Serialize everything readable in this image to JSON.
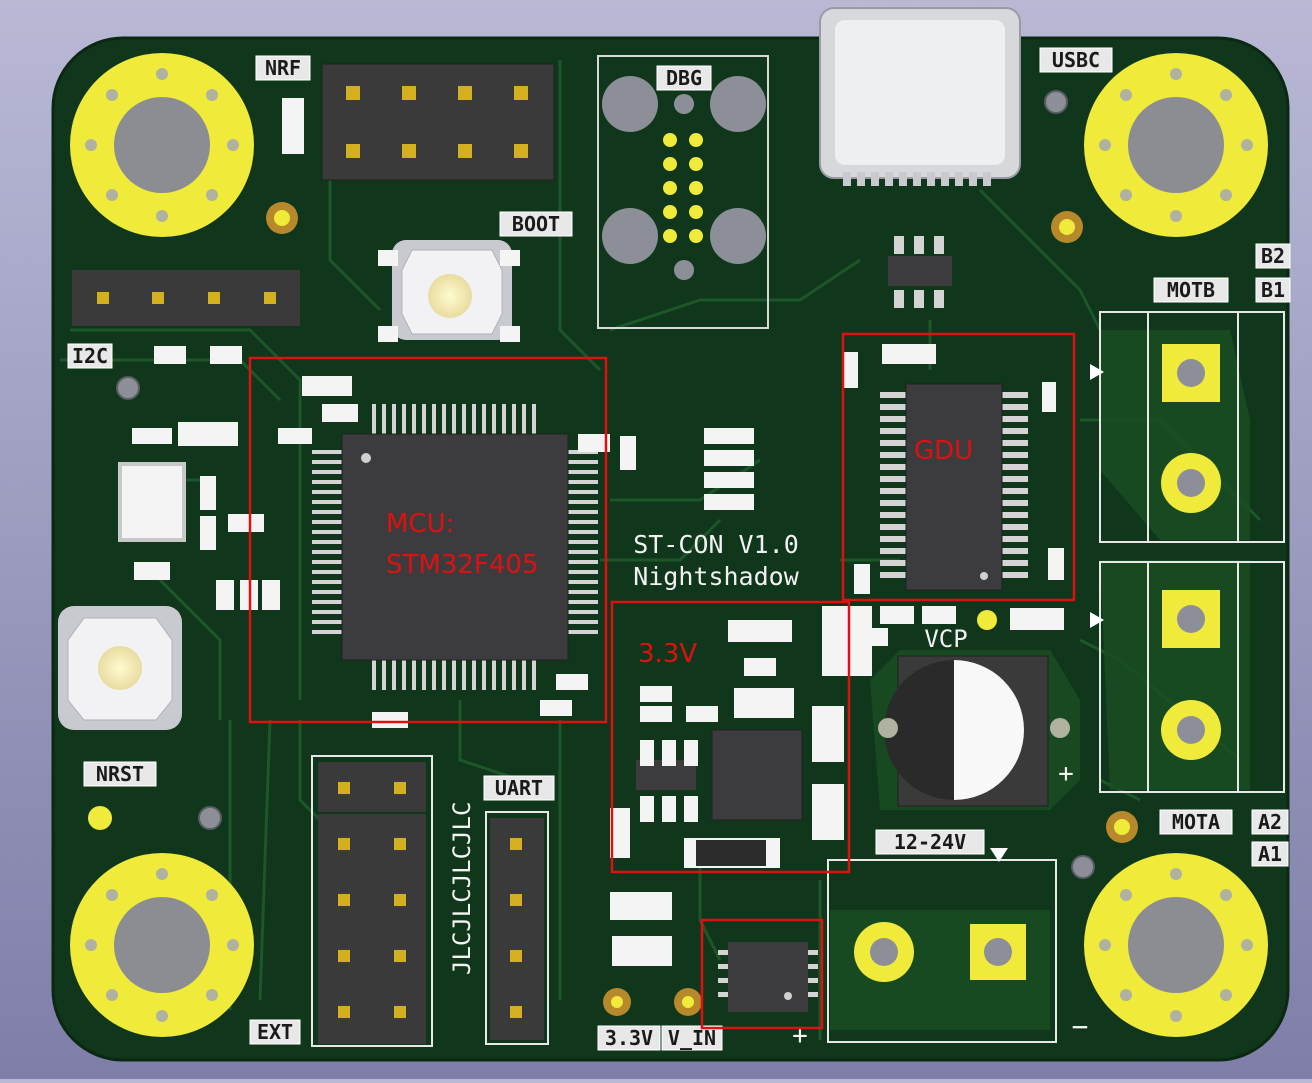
{
  "board": {
    "title_line1": "ST-CON V1.0",
    "title_line2": "Nightshadow",
    "vertical_text": "JLCJLCJLCJLC"
  },
  "silkscreen_labels": {
    "nrf": "NRF",
    "dbg": "DBG",
    "usbc": "USBC",
    "boot": "BOOT",
    "i2c": "I2C",
    "nrst": "NRST",
    "ext": "EXT",
    "uart": "UART",
    "v33": "3.3V",
    "vin": "V_IN",
    "motb": "MOTB",
    "b2": "B2",
    "b1": "B1",
    "mota": "MOTA",
    "a2": "A2",
    "a1": "A1",
    "vcp": "VCP",
    "v1224": "12-24V",
    "plus1": "+",
    "plus2": "+",
    "minus": "−"
  },
  "annotations": {
    "mcu_line1": "MCU:",
    "mcu_line2": "STM32F405",
    "gdu": "GDU",
    "reg": "3.3V"
  },
  "colors": {
    "pcb": "#10371b",
    "copper_trace": "#1d5227",
    "gold_pad": "#f0ea3a",
    "silk": "#ffffff",
    "annotation": "#e01010"
  }
}
